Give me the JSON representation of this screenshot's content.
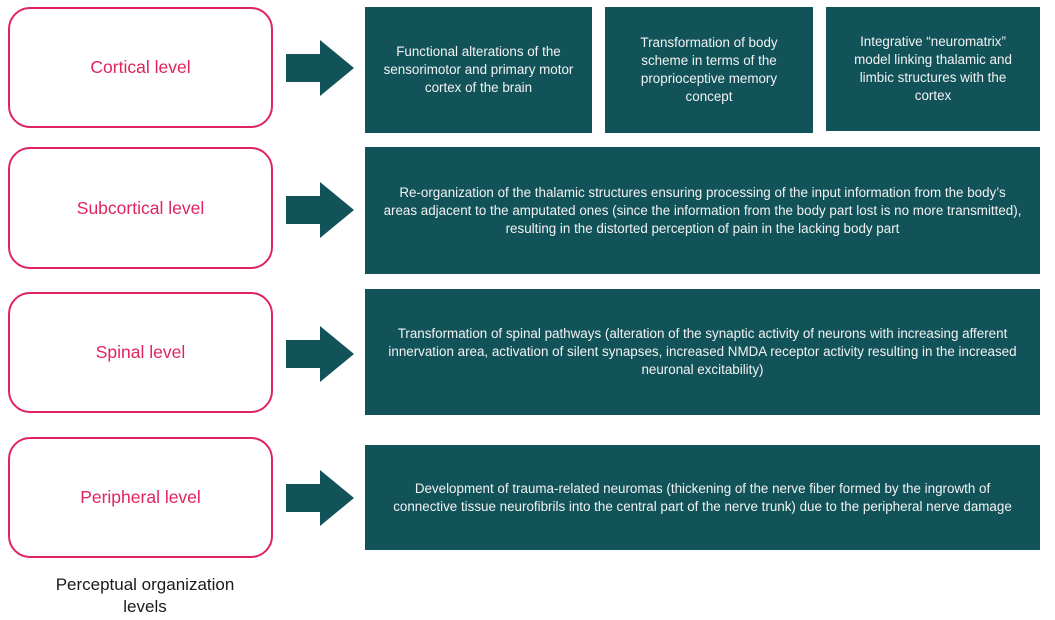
{
  "colors": {
    "level_border": "#e0245e",
    "level_text": "#e0245e",
    "box_fill": "#12535a",
    "box_text": "#f2f2f2",
    "arrow_fill": "#12535a"
  },
  "caption": "Perceptual organization levels",
  "rows": [
    {
      "level": "Cortical level",
      "descriptions": [
        "Functional alterations of the sensorimotor and primary motor cortex of the brain",
        "Transformation of body scheme in terms of the proprioceptive memory concept",
        "Integrative “neuromatrix” model linking thalamic and limbic structures with the cortex"
      ]
    },
    {
      "level": "Subcortical level",
      "descriptions": [
        "Re-organization of the thalamic structures ensuring processing of the input information from the body’s areas adjacent to the amputated ones (since the information from the body part lost is no more transmitted), resulting in the distorted perception of pain in the lacking body part"
      ]
    },
    {
      "level": "Spinal level",
      "descriptions": [
        "Transformation of spinal pathways (alteration of the synaptic activity of neurons with increasing afferent innervation area, activation of silent synapses, increased NMDA receptor activity resulting in the increased neuronal excitability)"
      ]
    },
    {
      "level": "Peripheral level",
      "descriptions": [
        "Development of trauma-related neuromas (thickening of the nerve fiber formed by the ingrowth of connective tissue neurofibrils into the central part of the nerve trunk) due to the peripheral nerve damage"
      ]
    }
  ]
}
